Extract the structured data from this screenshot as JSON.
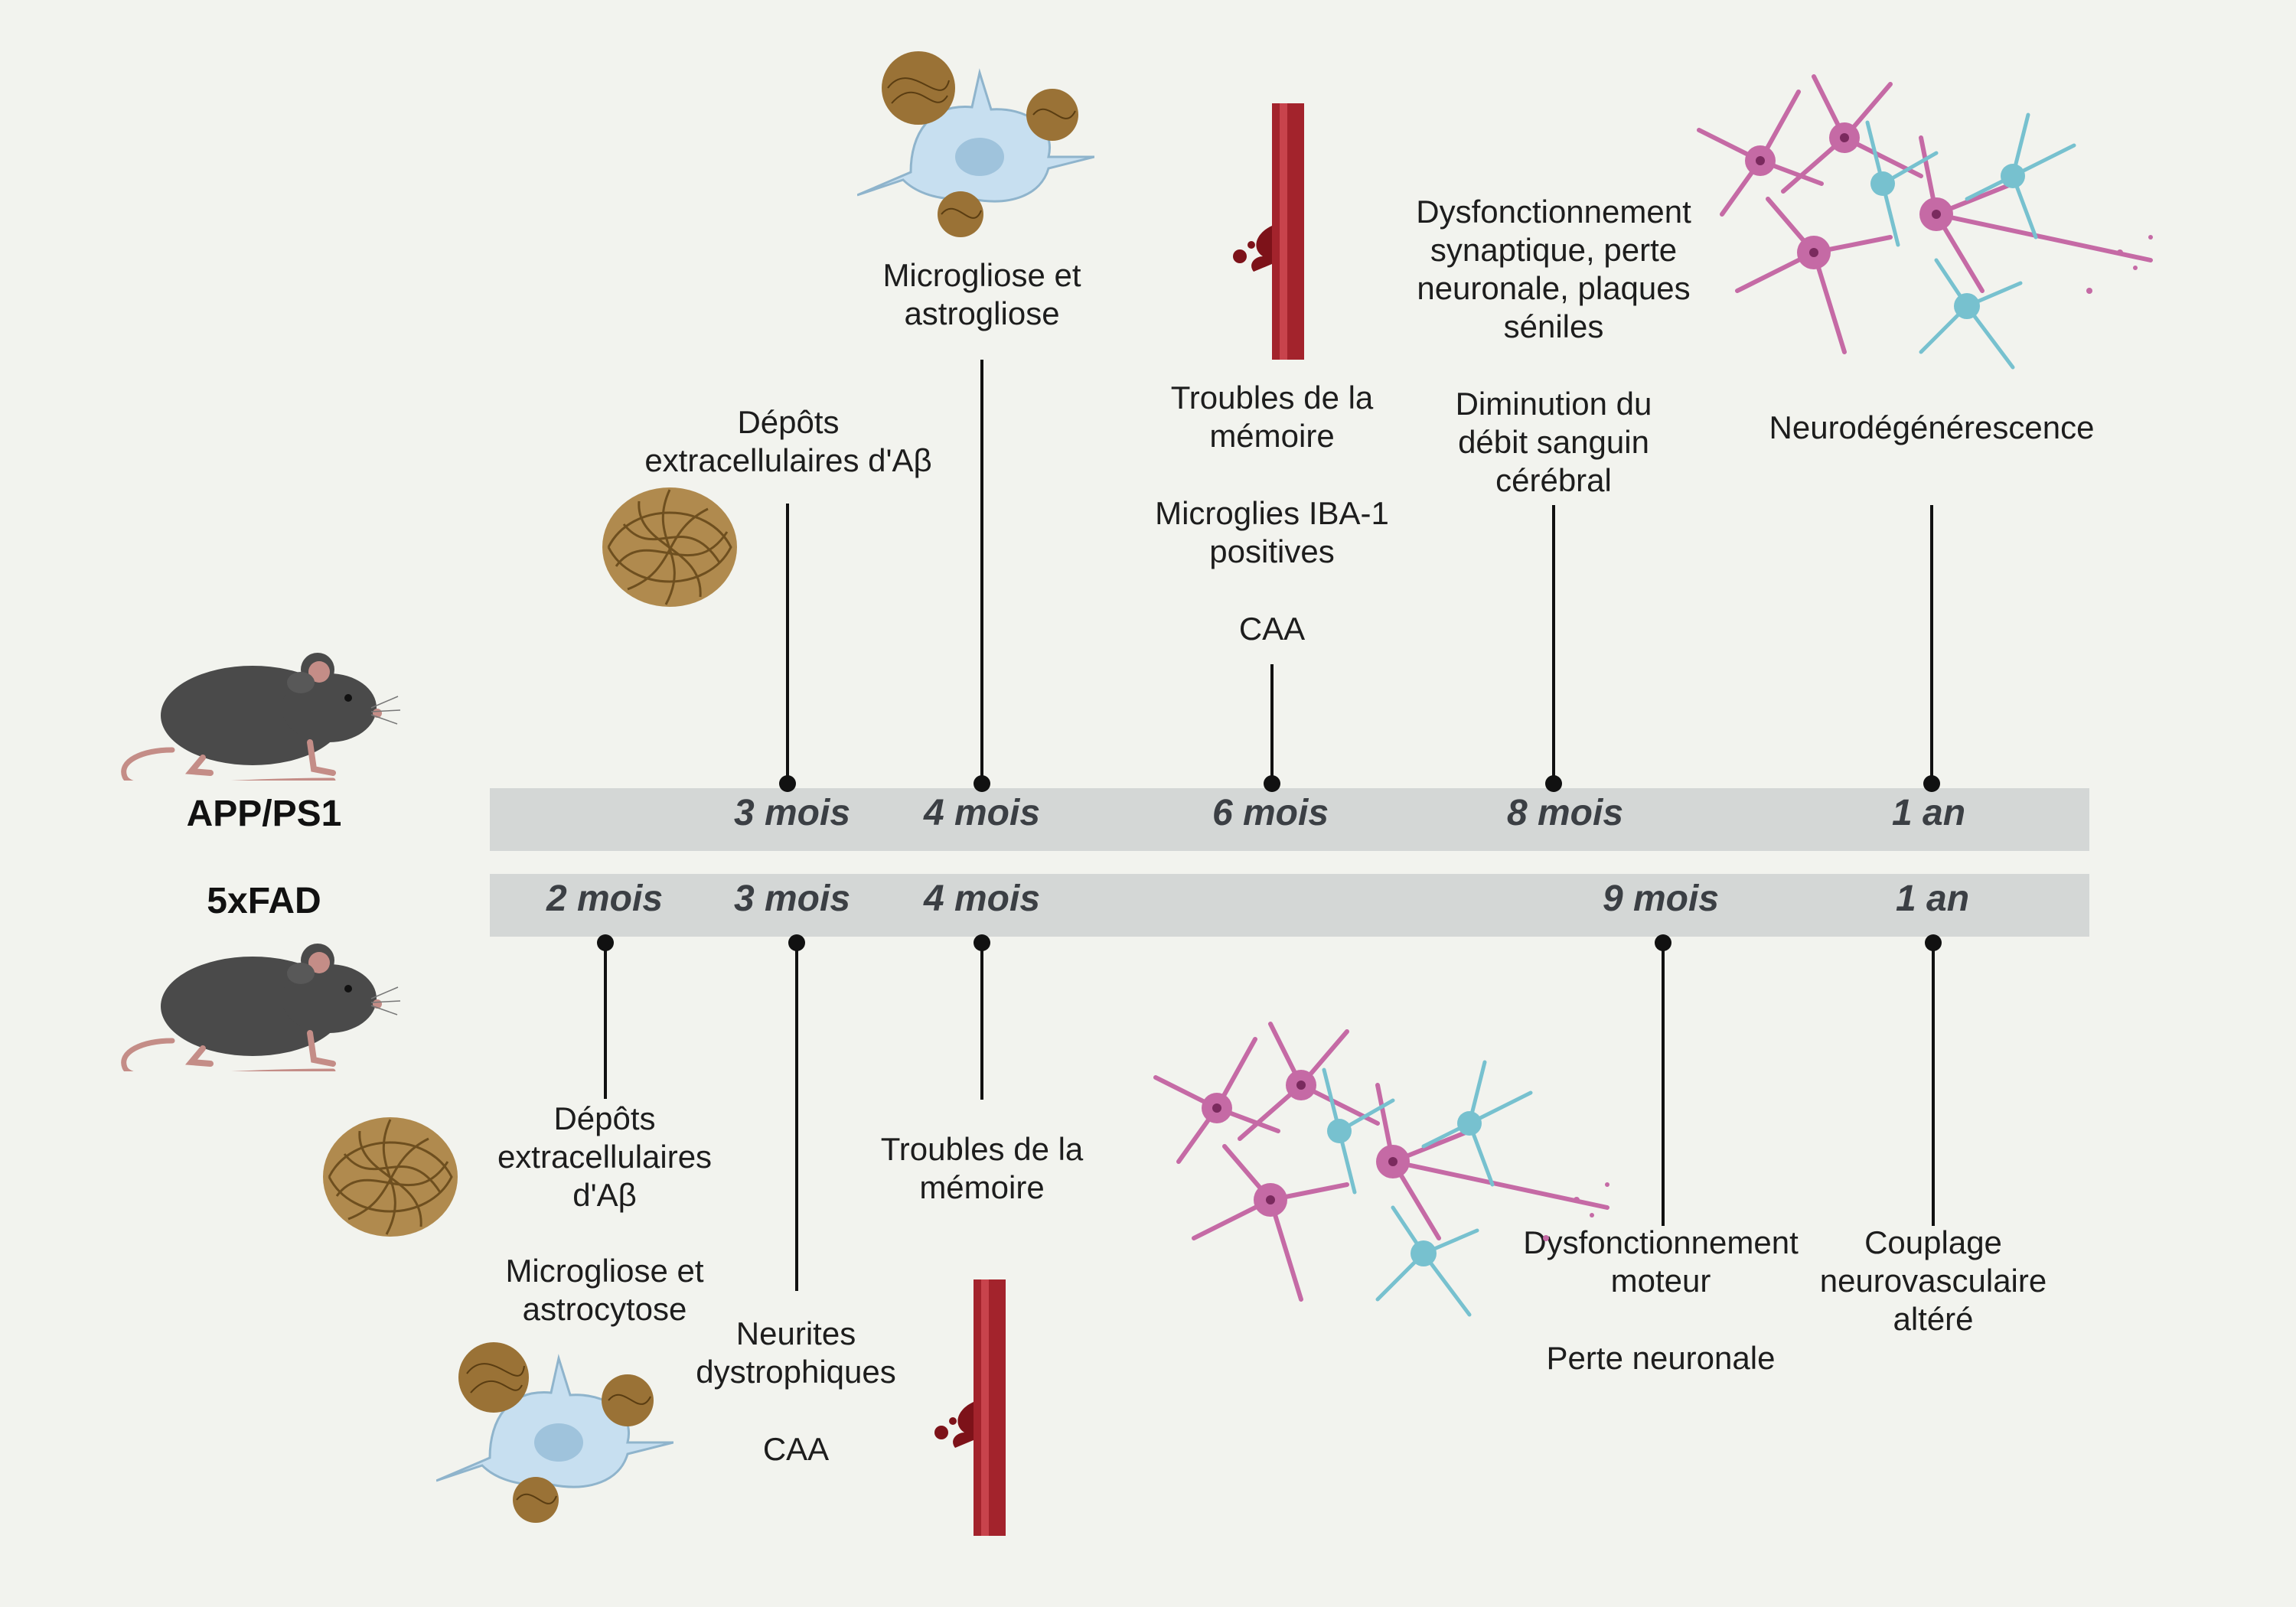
{
  "models": {
    "top": "APP/PS1",
    "bottom": "5xFAD"
  },
  "top_timeline": {
    "ticks": [
      "3 mois",
      "4 mois",
      "6 mois",
      "8 mois",
      "1 an"
    ],
    "events": {
      "m3": "Dépôts\nextracellulaires d'Aβ",
      "m4": "Microgliose et\nastrogliose",
      "m6_a": "Troubles de la\nmémoire",
      "m6_b": "Microglies IBA-1\npositives",
      "m6_c": "CAA",
      "m8_a": "Dysfonctionnement\nsynaptique, perte\nneuronale, plaques\nséniles",
      "m8_b": "Diminution du\ndébit sanguin\ncérébral",
      "y1": "Neurodégénérescence"
    }
  },
  "bottom_timeline": {
    "ticks": [
      "2 mois",
      "3 mois",
      "4 mois",
      "9 mois",
      "1 an"
    ],
    "events": {
      "m2_a": "Dépôts\nextracellulaires\nd'Aβ",
      "m2_b": "Microgliose et\nastrocytose",
      "m3_a": "Neurites\ndystrophiques",
      "m3_b": "CAA",
      "m4": "Troubles de la\nmémoire",
      "m9_a": "Dysfonctionnement\nmoteur",
      "m9_b": "Perte neuronale",
      "y1": "Couplage\nneurovasculaire\naltéré"
    }
  },
  "colors": {
    "background": "#f2f3ee",
    "bar": "#d4d7d6",
    "tick_text": "#3b3f44",
    "plaque": "#8a6a34",
    "vessel": "#a3232c",
    "neuron_pink": "#c56aa5",
    "neuron_blue": "#77c1cf",
    "microglia": "#c7dff0",
    "mouse": "#4a4a4a"
  },
  "icons": [
    "mouse-icon",
    "amyloid-plaque-icon",
    "microglia-icon",
    "blood-vessel-icon",
    "neurons-icon"
  ]
}
